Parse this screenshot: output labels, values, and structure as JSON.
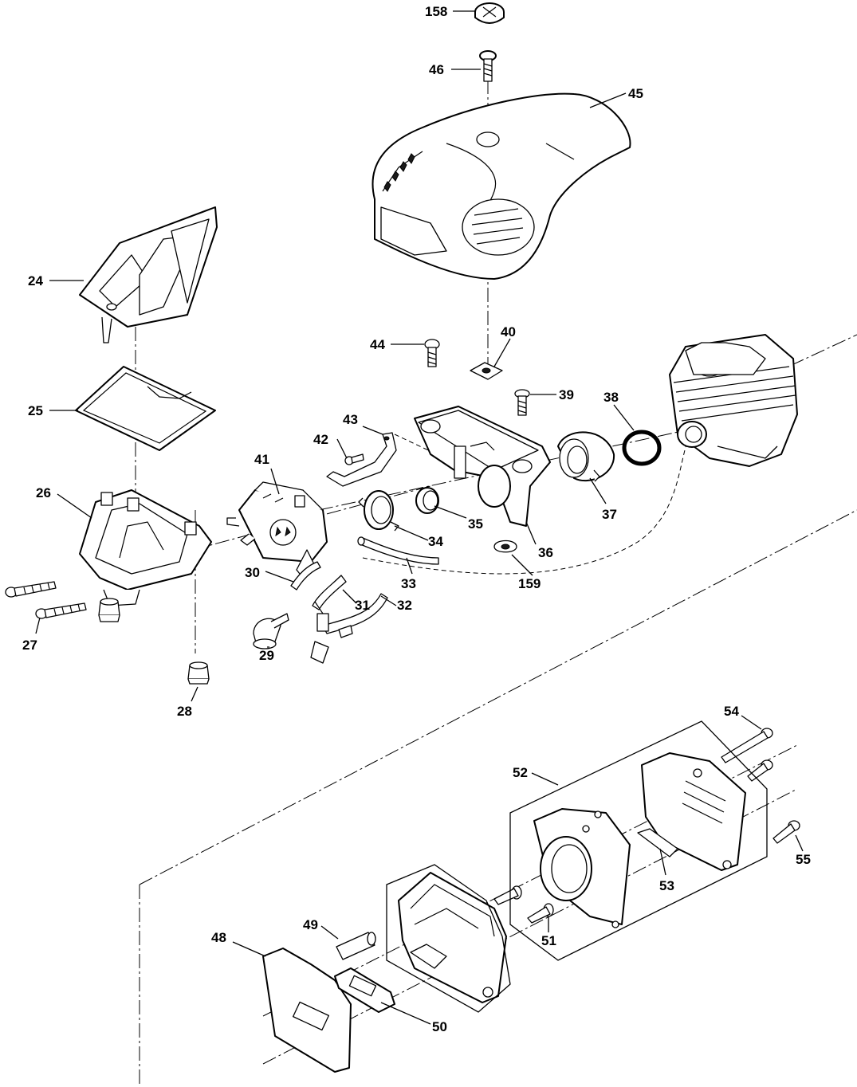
{
  "diagram": {
    "labels": {
      "p158": "158",
      "p46": "46",
      "p45": "45",
      "p24": "24",
      "p25": "25",
      "p26": "26",
      "p27": "27",
      "p28": "28",
      "p29": "29",
      "p30": "30",
      "p31": "31",
      "p32": "32",
      "p33": "33",
      "p34": "34",
      "p35": "35",
      "p36": "36",
      "p37": "37",
      "p38": "38",
      "p39": "39",
      "p40": "40",
      "p41": "41",
      "p42": "42",
      "p43": "43",
      "p44": "44",
      "p159": "159",
      "p48": "48",
      "p49": "49",
      "p50": "50",
      "p51": "51",
      "p52": "52",
      "p53": "53",
      "p54": "54",
      "p55": "55"
    },
    "colors": {
      "line": "#000000",
      "background": "#ffffff",
      "fill": "#ffffff",
      "shade": "#d8d8d8"
    }
  }
}
